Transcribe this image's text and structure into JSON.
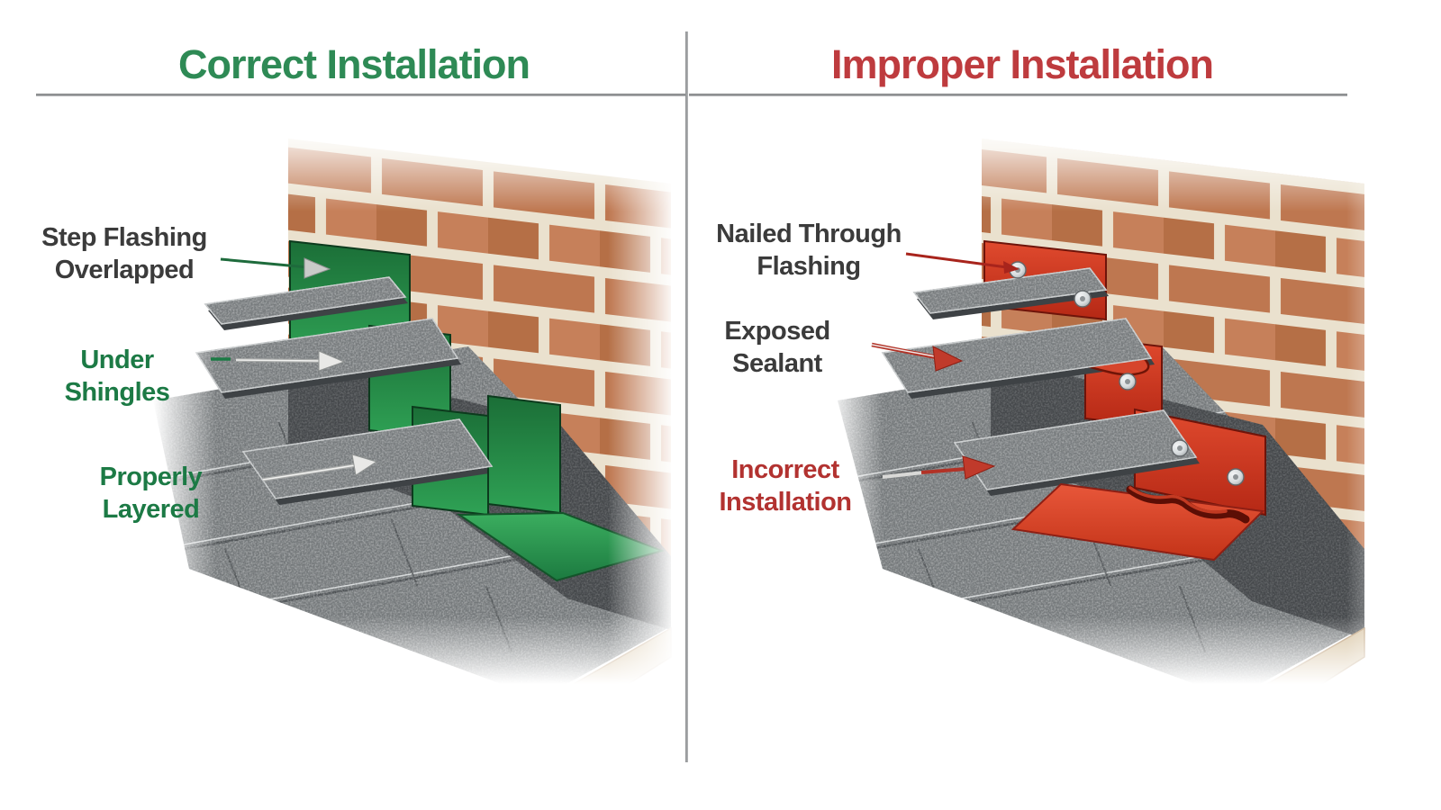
{
  "left_panel": {
    "title": "Correct Installation",
    "labels": {
      "step_flashing": {
        "line1": "Step Flashing",
        "line2": "Overlapped"
      },
      "under_shingles": {
        "line1": "Under Shingles"
      },
      "properly_layered": {
        "line1": "Properly Layered"
      }
    }
  },
  "right_panel": {
    "title": "Improper Installation",
    "labels": {
      "nailed_through": {
        "line1": "Nailed Through",
        "line2": "Flashing"
      },
      "exposed_sealant": {
        "line1": "Exposed",
        "line2": "Sealant"
      },
      "incorrect": {
        "line1": "Incorrect",
        "line2": "Installation"
      }
    }
  },
  "colors": {
    "correct_title_green": "#2E8A55",
    "improper_title_red": "#BE3B3E",
    "label_green": "#1C7A45",
    "label_red": "#B23230",
    "dark_text": "#3B3B3B",
    "flashing_green": "#1F8040",
    "flashing_red": "#D6452C",
    "brick_orange": "#BF7850",
    "mortar_cream": "#EAE1CE",
    "shingle_gray": "#787C7E",
    "underlayment_gray": "#45484B",
    "fascia_tan": "#D8C4A2",
    "divider_gray": "#97999B"
  }
}
